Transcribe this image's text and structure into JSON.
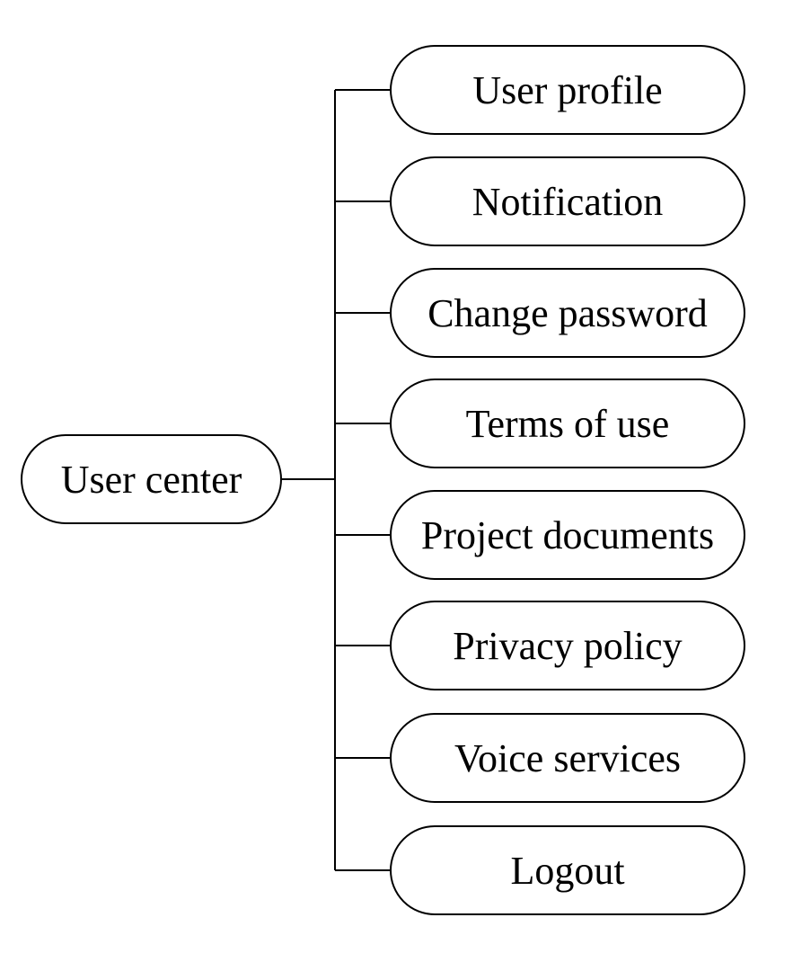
{
  "diagram": {
    "root": {
      "label": "User center"
    },
    "children": [
      {
        "label": "User profile"
      },
      {
        "label": "Notification"
      },
      {
        "label": "Change password"
      },
      {
        "label": "Terms of use"
      },
      {
        "label": "Project documents"
      },
      {
        "label": "Privacy policy"
      },
      {
        "label": "Voice services"
      },
      {
        "label": "Logout"
      }
    ],
    "colors": {
      "stroke": "#000000",
      "fill": "#ffffff",
      "text": "#000000"
    }
  }
}
